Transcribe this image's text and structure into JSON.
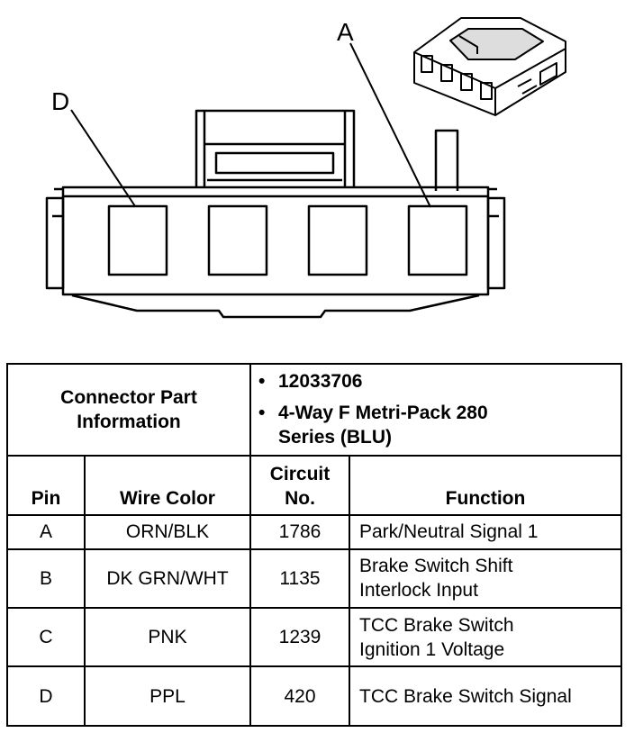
{
  "callouts": {
    "pin_a": "A",
    "pin_d": "D"
  },
  "connector_info": {
    "label": "Connector Part Information",
    "items": [
      "12033706",
      "4-Way F Metri-Pack 280 Series (BLU)"
    ]
  },
  "table": {
    "headers": {
      "pin": "Pin",
      "wire_color": "Wire Color",
      "circuit": "Circuit No.",
      "function": "Function"
    },
    "rows": [
      {
        "pin": "A",
        "wire_color": "ORN/BLK",
        "circuit": "1786",
        "function": "Park/Neutral Signal 1"
      },
      {
        "pin": "B",
        "wire_color": "DK GRN/WHT",
        "circuit": "1135",
        "function": "Brake Switch Shift Interlock Input"
      },
      {
        "pin": "C",
        "wire_color": "PNK",
        "circuit": "1239",
        "function": "TCC Brake Switch Ignition 1 Voltage"
      },
      {
        "pin": "D",
        "wire_color": "PPL",
        "circuit": "420",
        "function": "TCC Brake Switch Signal"
      }
    ]
  }
}
